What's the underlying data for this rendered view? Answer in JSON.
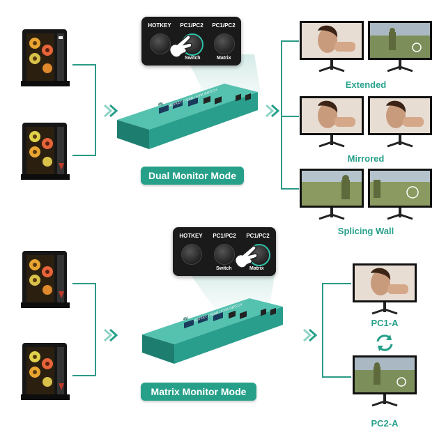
{
  "panel_top": {
    "hotkey_label": "HOTKEY",
    "pc1pc2_label_a": "PC1/PC2",
    "pc1pc2_label_b": "PC1/PC2",
    "switch_label": "Switch",
    "matrix_label": "Matrix"
  },
  "panel_bottom": {
    "hotkey_label": "HOTKEY",
    "pc1pc2_label_a": "PC1/PC2",
    "pc1pc2_label_b": "PC1/PC2",
    "switch_label": "Switch",
    "matrix_label": "Matrix"
  },
  "device": {
    "badge": "4K",
    "brand_line": "HOTKEY / HDMI / KVM SWITCH"
  },
  "dual_mode_label": "Dual Monitor Mode",
  "matrix_mode_label": "Matrix Monitor Mode",
  "captions": {
    "extended": "Extended",
    "mirrored": "Mirrored",
    "splicing": "Splicing Wall",
    "pc1a": "PC1-A",
    "pc2a": "PC2-A"
  },
  "colors": {
    "accent": "#27a08a",
    "device": "#2a9e8c",
    "panel": "#1a1a1a"
  }
}
